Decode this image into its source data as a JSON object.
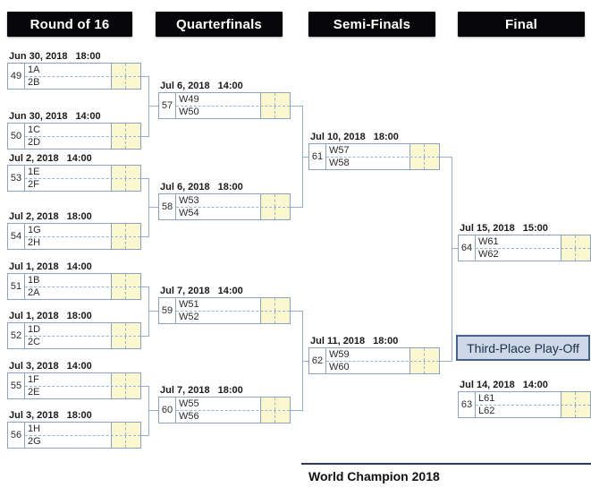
{
  "headers": {
    "round16": "Round of 16",
    "quarterfinals": "Quarterfinals",
    "semifinals": "Semi-Finals",
    "final": "Final"
  },
  "matches": {
    "m49": {
      "no": "49",
      "date": "Jun 30, 2018",
      "time": "18:00",
      "top": "1A",
      "bottom": "2B"
    },
    "m50": {
      "no": "50",
      "date": "Jun 30, 2018",
      "time": "14:00",
      "top": "1C",
      "bottom": "2D"
    },
    "m53": {
      "no": "53",
      "date": "Jul 2, 2018",
      "time": "14:00",
      "top": "1E",
      "bottom": "2F"
    },
    "m54": {
      "no": "54",
      "date": "Jul 2, 2018",
      "time": "18:00",
      "top": "1G",
      "bottom": "2H"
    },
    "m51": {
      "no": "51",
      "date": "Jul 1, 2018",
      "time": "14:00",
      "top": "1B",
      "bottom": "2A"
    },
    "m52": {
      "no": "52",
      "date": "Jul 1, 2018",
      "time": "18:00",
      "top": "1D",
      "bottom": "2C"
    },
    "m55": {
      "no": "55",
      "date": "Jul 3, 2018",
      "time": "14:00",
      "top": "1F",
      "bottom": "2E"
    },
    "m56": {
      "no": "56",
      "date": "Jul 3, 2018",
      "time": "18:00",
      "top": "1H",
      "bottom": "2G"
    },
    "m57": {
      "no": "57",
      "date": "Jul 6, 2018",
      "time": "14:00",
      "top": "W49",
      "bottom": "W50"
    },
    "m58": {
      "no": "58",
      "date": "Jul 6, 2018",
      "time": "18:00",
      "top": "W53",
      "bottom": "W54"
    },
    "m59": {
      "no": "59",
      "date": "Jul 7, 2018",
      "time": "14:00",
      "top": "W51",
      "bottom": "W52"
    },
    "m60": {
      "no": "60",
      "date": "Jul 7, 2018",
      "time": "18:00",
      "top": "W55",
      "bottom": "W56"
    },
    "m61": {
      "no": "61",
      "date": "Jul 10, 2018",
      "time": "18:00",
      "top": "W57",
      "bottom": "W58"
    },
    "m62": {
      "no": "62",
      "date": "Jul 11, 2018",
      "time": "18:00",
      "top": "W59",
      "bottom": "W60"
    },
    "m64": {
      "no": "64",
      "date": "Jul 15, 2018",
      "time": "15:00",
      "top": "W61",
      "bottom": "W62"
    },
    "m63": {
      "no": "63",
      "date": "Jul 14, 2018",
      "time": "14:00",
      "top": "L61",
      "bottom": "L62"
    }
  },
  "labels": {
    "third_place": "Third-Place Play-Off",
    "champion": "World Champion 2018"
  },
  "colors": {
    "header_bg": "#060608",
    "header_text": "#ffffff",
    "grid_line": "#8aa3c2",
    "score_fill": "#fbf7cf",
    "third_place_bg": "#cdd9e7",
    "third_place_border": "#44618c",
    "champion_line": "#2e3a66"
  }
}
